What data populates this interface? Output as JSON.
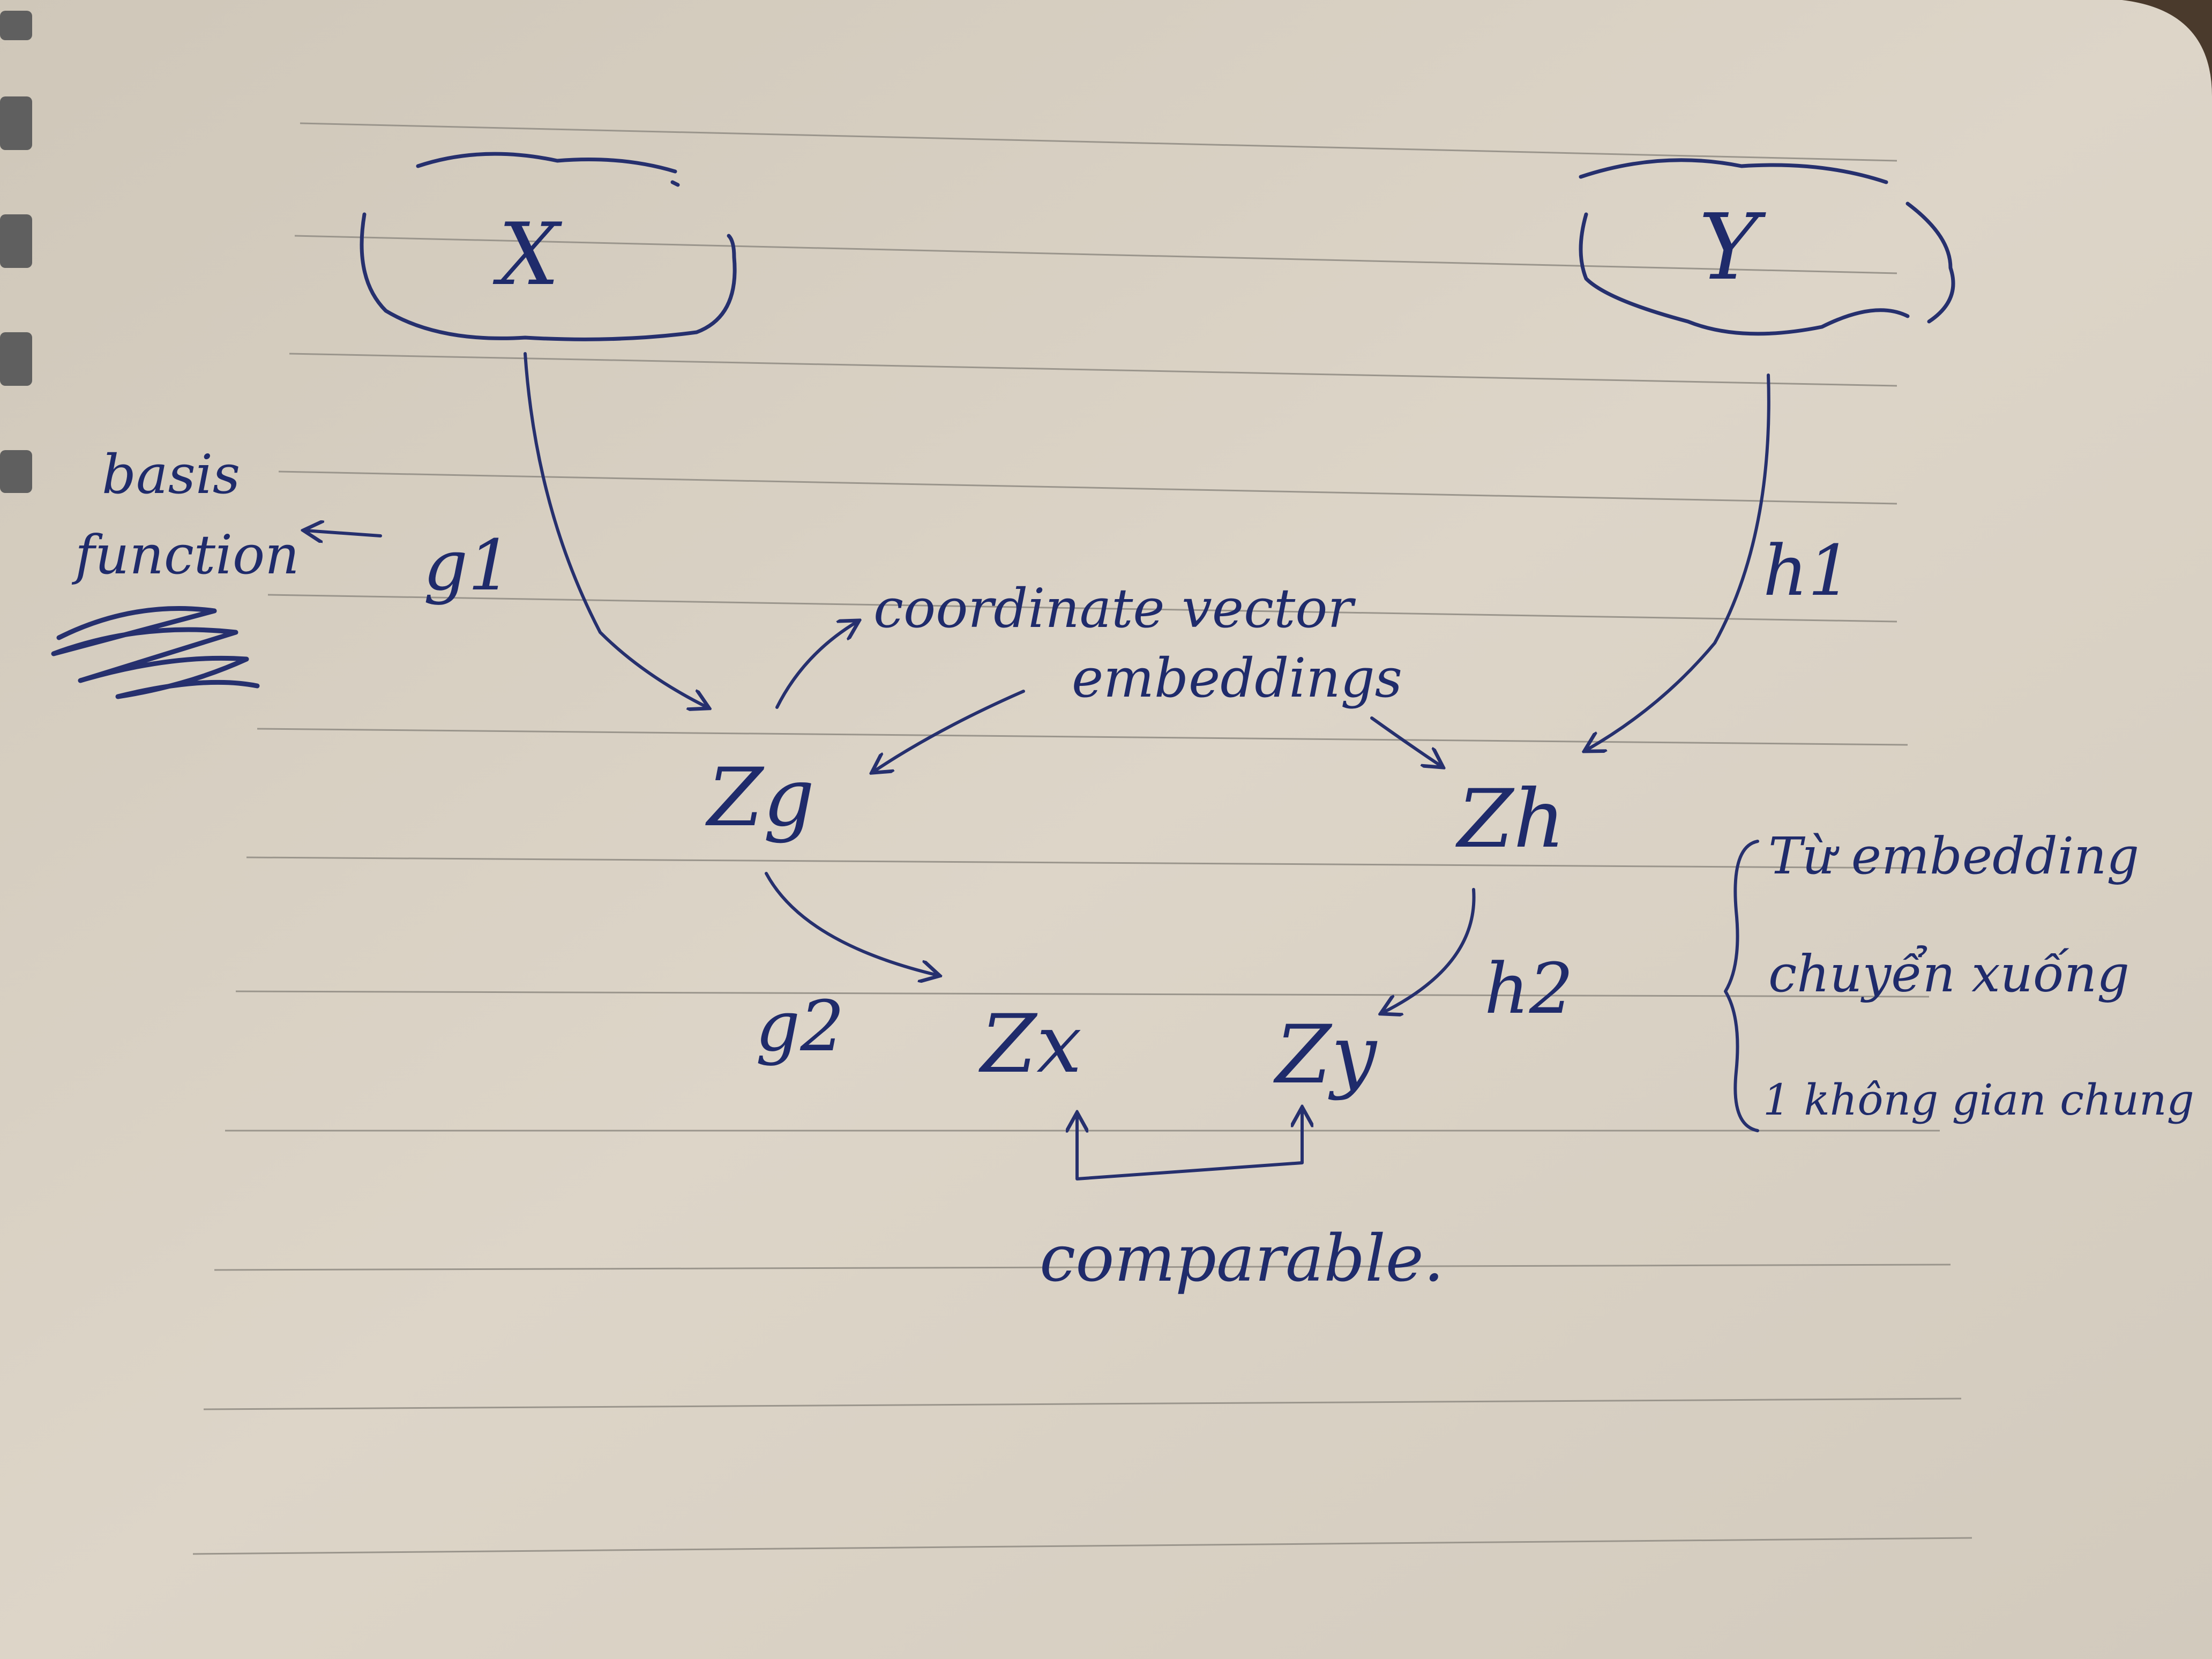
{
  "colors": {
    "paper": "#d8d0c3",
    "ink": "#26306e",
    "rule": "#9a958c",
    "binding": "#5a5a5a"
  },
  "diagram": {
    "set_x": "X",
    "set_y": "Y",
    "g1": "g1",
    "h1": "h1",
    "g2": "g2",
    "h2": "h2",
    "zg": "Zg",
    "zh": "Zh",
    "zx": "Zx",
    "zy": "Zy",
    "basis_function": [
      "basis",
      "function"
    ],
    "coordinate_vector": "coordinate vector",
    "embeddings": "embeddings",
    "comparable": "comparable.",
    "note_lines": [
      "Từ embedding",
      "chuyển xuống",
      "1 không gian chung"
    ]
  }
}
